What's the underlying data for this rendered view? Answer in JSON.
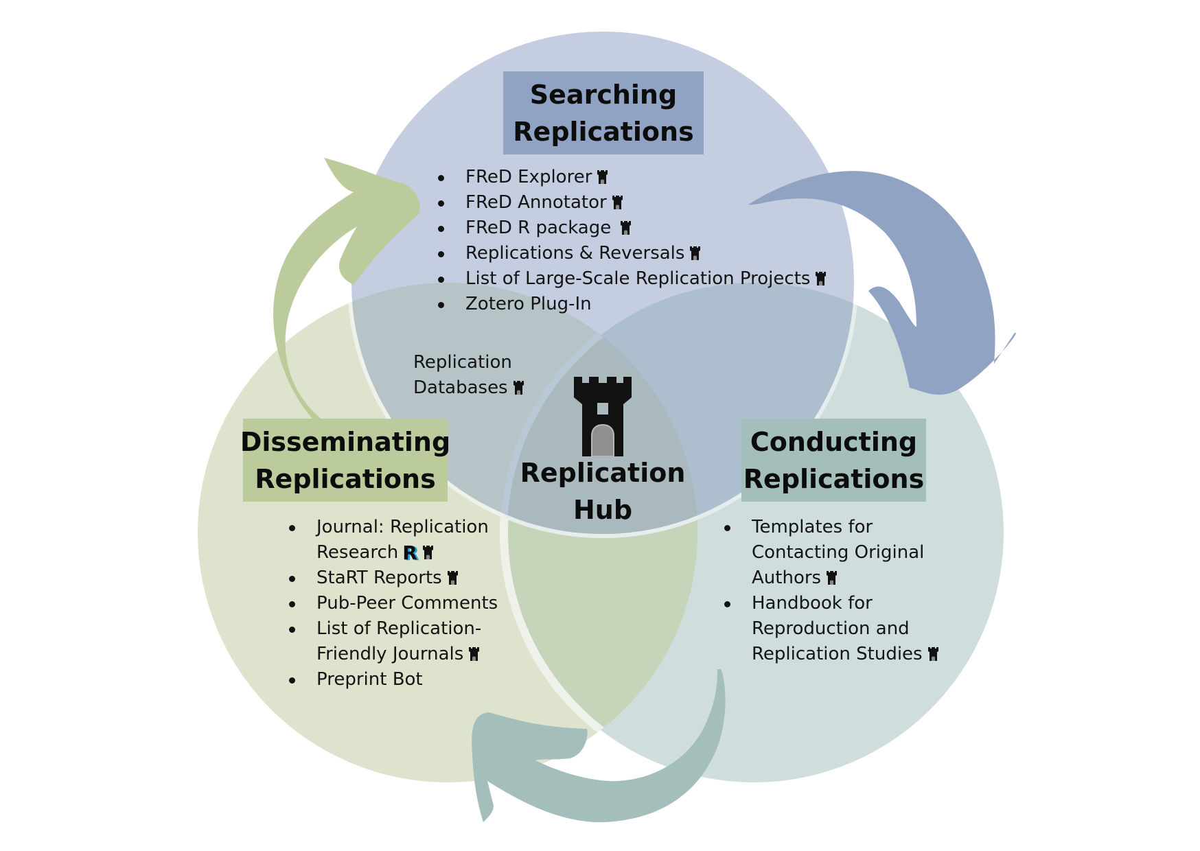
{
  "colors": {
    "searching_circle": "#c5cde0",
    "disseminating_circle": "#dde3cc",
    "conducting_circle": "#cfdedc",
    "searching_box": "#91a3c2",
    "disseminating_box": "#bccb9b",
    "conducting_box": "#a4bebb",
    "searching_arrow": "#91a3c2",
    "disseminating_arrow": "#bccb9b",
    "conducting_arrow": "#a4bebb",
    "r_logo_accent": "#1fa0d8"
  },
  "center": {
    "icon": "tower-icon",
    "label_line1": "Replication",
    "label_line2": "Hub"
  },
  "overlap_label": {
    "line1": "Replication",
    "line2": "Databases",
    "icon": "tower-icon"
  },
  "sections": {
    "searching": {
      "title_line1": "Searching",
      "title_line2": "Replications",
      "items": [
        {
          "text": "FReD Explorer",
          "icon": "tower-icon"
        },
        {
          "text": "FReD Annotator",
          "icon": "tower-icon"
        },
        {
          "text": "FReD R package",
          "icon": "tower-icon"
        },
        {
          "text": "Replications & Reversals",
          "icon": "tower-icon"
        },
        {
          "text": "List of Large-Scale Replication Projects",
          "icon": "tower-icon"
        },
        {
          "text": "Zotero Plug-In",
          "icon": null
        }
      ]
    },
    "disseminating": {
      "title_line1": "Disseminating",
      "title_line2": "Replications",
      "items": [
        {
          "text": "Journal: Replication Research",
          "icons": [
            "r-logo-icon",
            "tower-icon"
          ],
          "r_logo_glyph": "R"
        },
        {
          "text": "StaRT Reports",
          "icon": "tower-icon"
        },
        {
          "text": "Pub-Peer Comments",
          "icon": null
        },
        {
          "text": "List of Replication-Friendly Journals",
          "icon": "tower-icon"
        },
        {
          "text": "Preprint Bot",
          "icon": null
        }
      ]
    },
    "conducting": {
      "title_line1": "Conducting",
      "title_line2": "Replications",
      "items": [
        {
          "text": "Templates for Contacting Original Authors",
          "icon": "tower-icon"
        },
        {
          "text": "Handbook for Reproduction and Replication Studies",
          "icon": "tower-icon"
        }
      ]
    }
  },
  "cycle_arrows": [
    {
      "from": "Searching Replications",
      "to": "Conducting Replications",
      "direction": "clockwise"
    },
    {
      "from": "Conducting Replications",
      "to": "Disseminating Replications",
      "direction": "clockwise"
    },
    {
      "from": "Disseminating Replications",
      "to": "Searching Replications",
      "direction": "clockwise"
    }
  ]
}
